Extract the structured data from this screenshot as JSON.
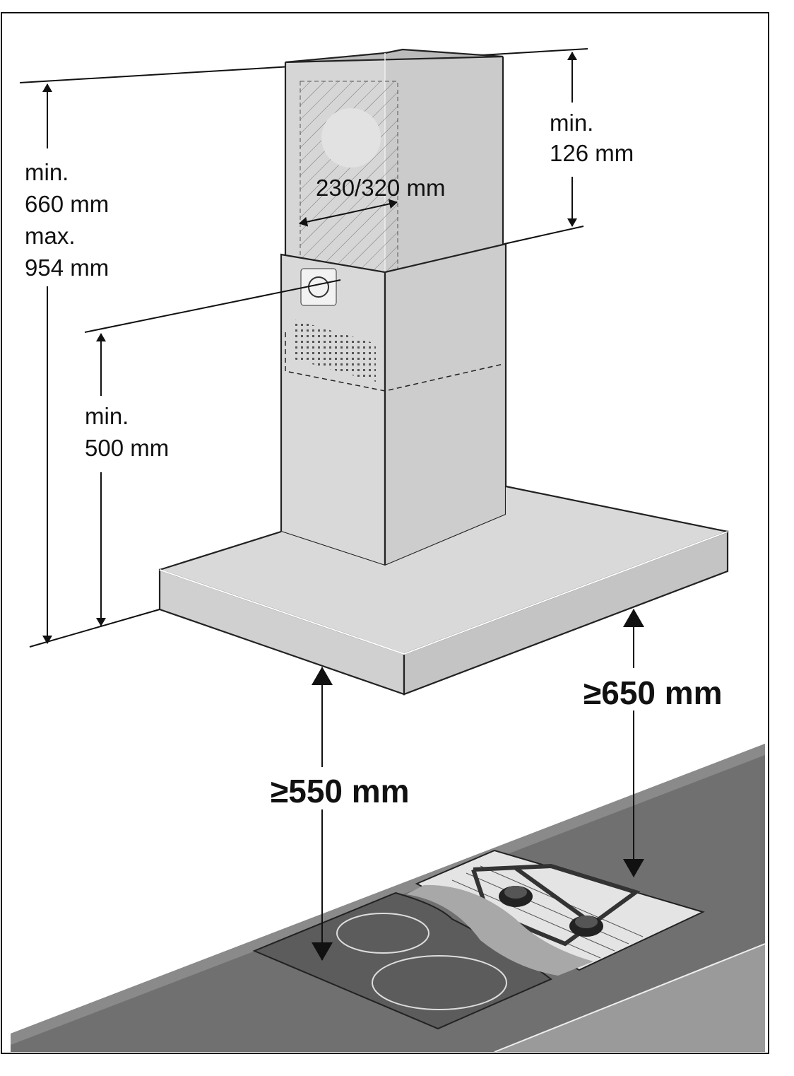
{
  "diagram": {
    "overall_height": {
      "min_label": "min.",
      "min_value": "660 mm",
      "max_label": "max.",
      "max_value": "954 mm"
    },
    "top_clearance": {
      "min_label": "min.",
      "min_value": "126 mm"
    },
    "duct_diameter": "230/320 mm",
    "lower_section": {
      "min_label": "min.",
      "min_value": "500 mm"
    },
    "gas_hob_clearance": "≥650 mm",
    "electric_hob_clearance": "≥550 mm"
  },
  "colors": {
    "chimney": "#d9d9d9",
    "chimney_side": "#c9c9c9",
    "counter": "#6e6e6e",
    "hob": "#5a5a5a"
  }
}
